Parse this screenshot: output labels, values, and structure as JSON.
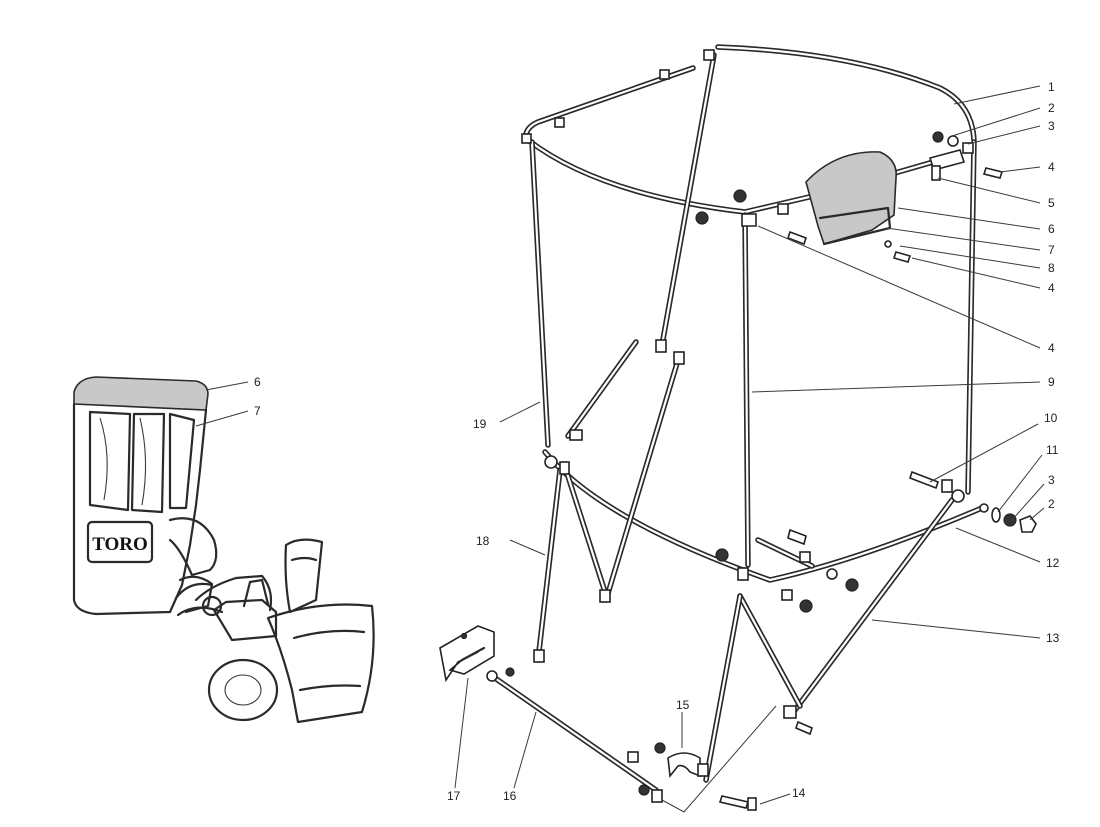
{
  "callouts": {
    "c1": "1",
    "c2a": "2",
    "c3a": "3",
    "c4a": "4",
    "c5": "5",
    "c6a": "6",
    "c7a": "7",
    "c8": "8",
    "c4b": "4",
    "c4c": "4",
    "c9": "9",
    "c10": "10",
    "c11": "11",
    "c3b": "3",
    "c2b": "2",
    "c12": "12",
    "c13": "13",
    "c14": "14",
    "c15": "15",
    "c16": "16",
    "c17": "17",
    "c18": "18",
    "c19": "19",
    "c6b": "6",
    "c7b": "7"
  },
  "inset": {
    "logo": "TORO"
  }
}
